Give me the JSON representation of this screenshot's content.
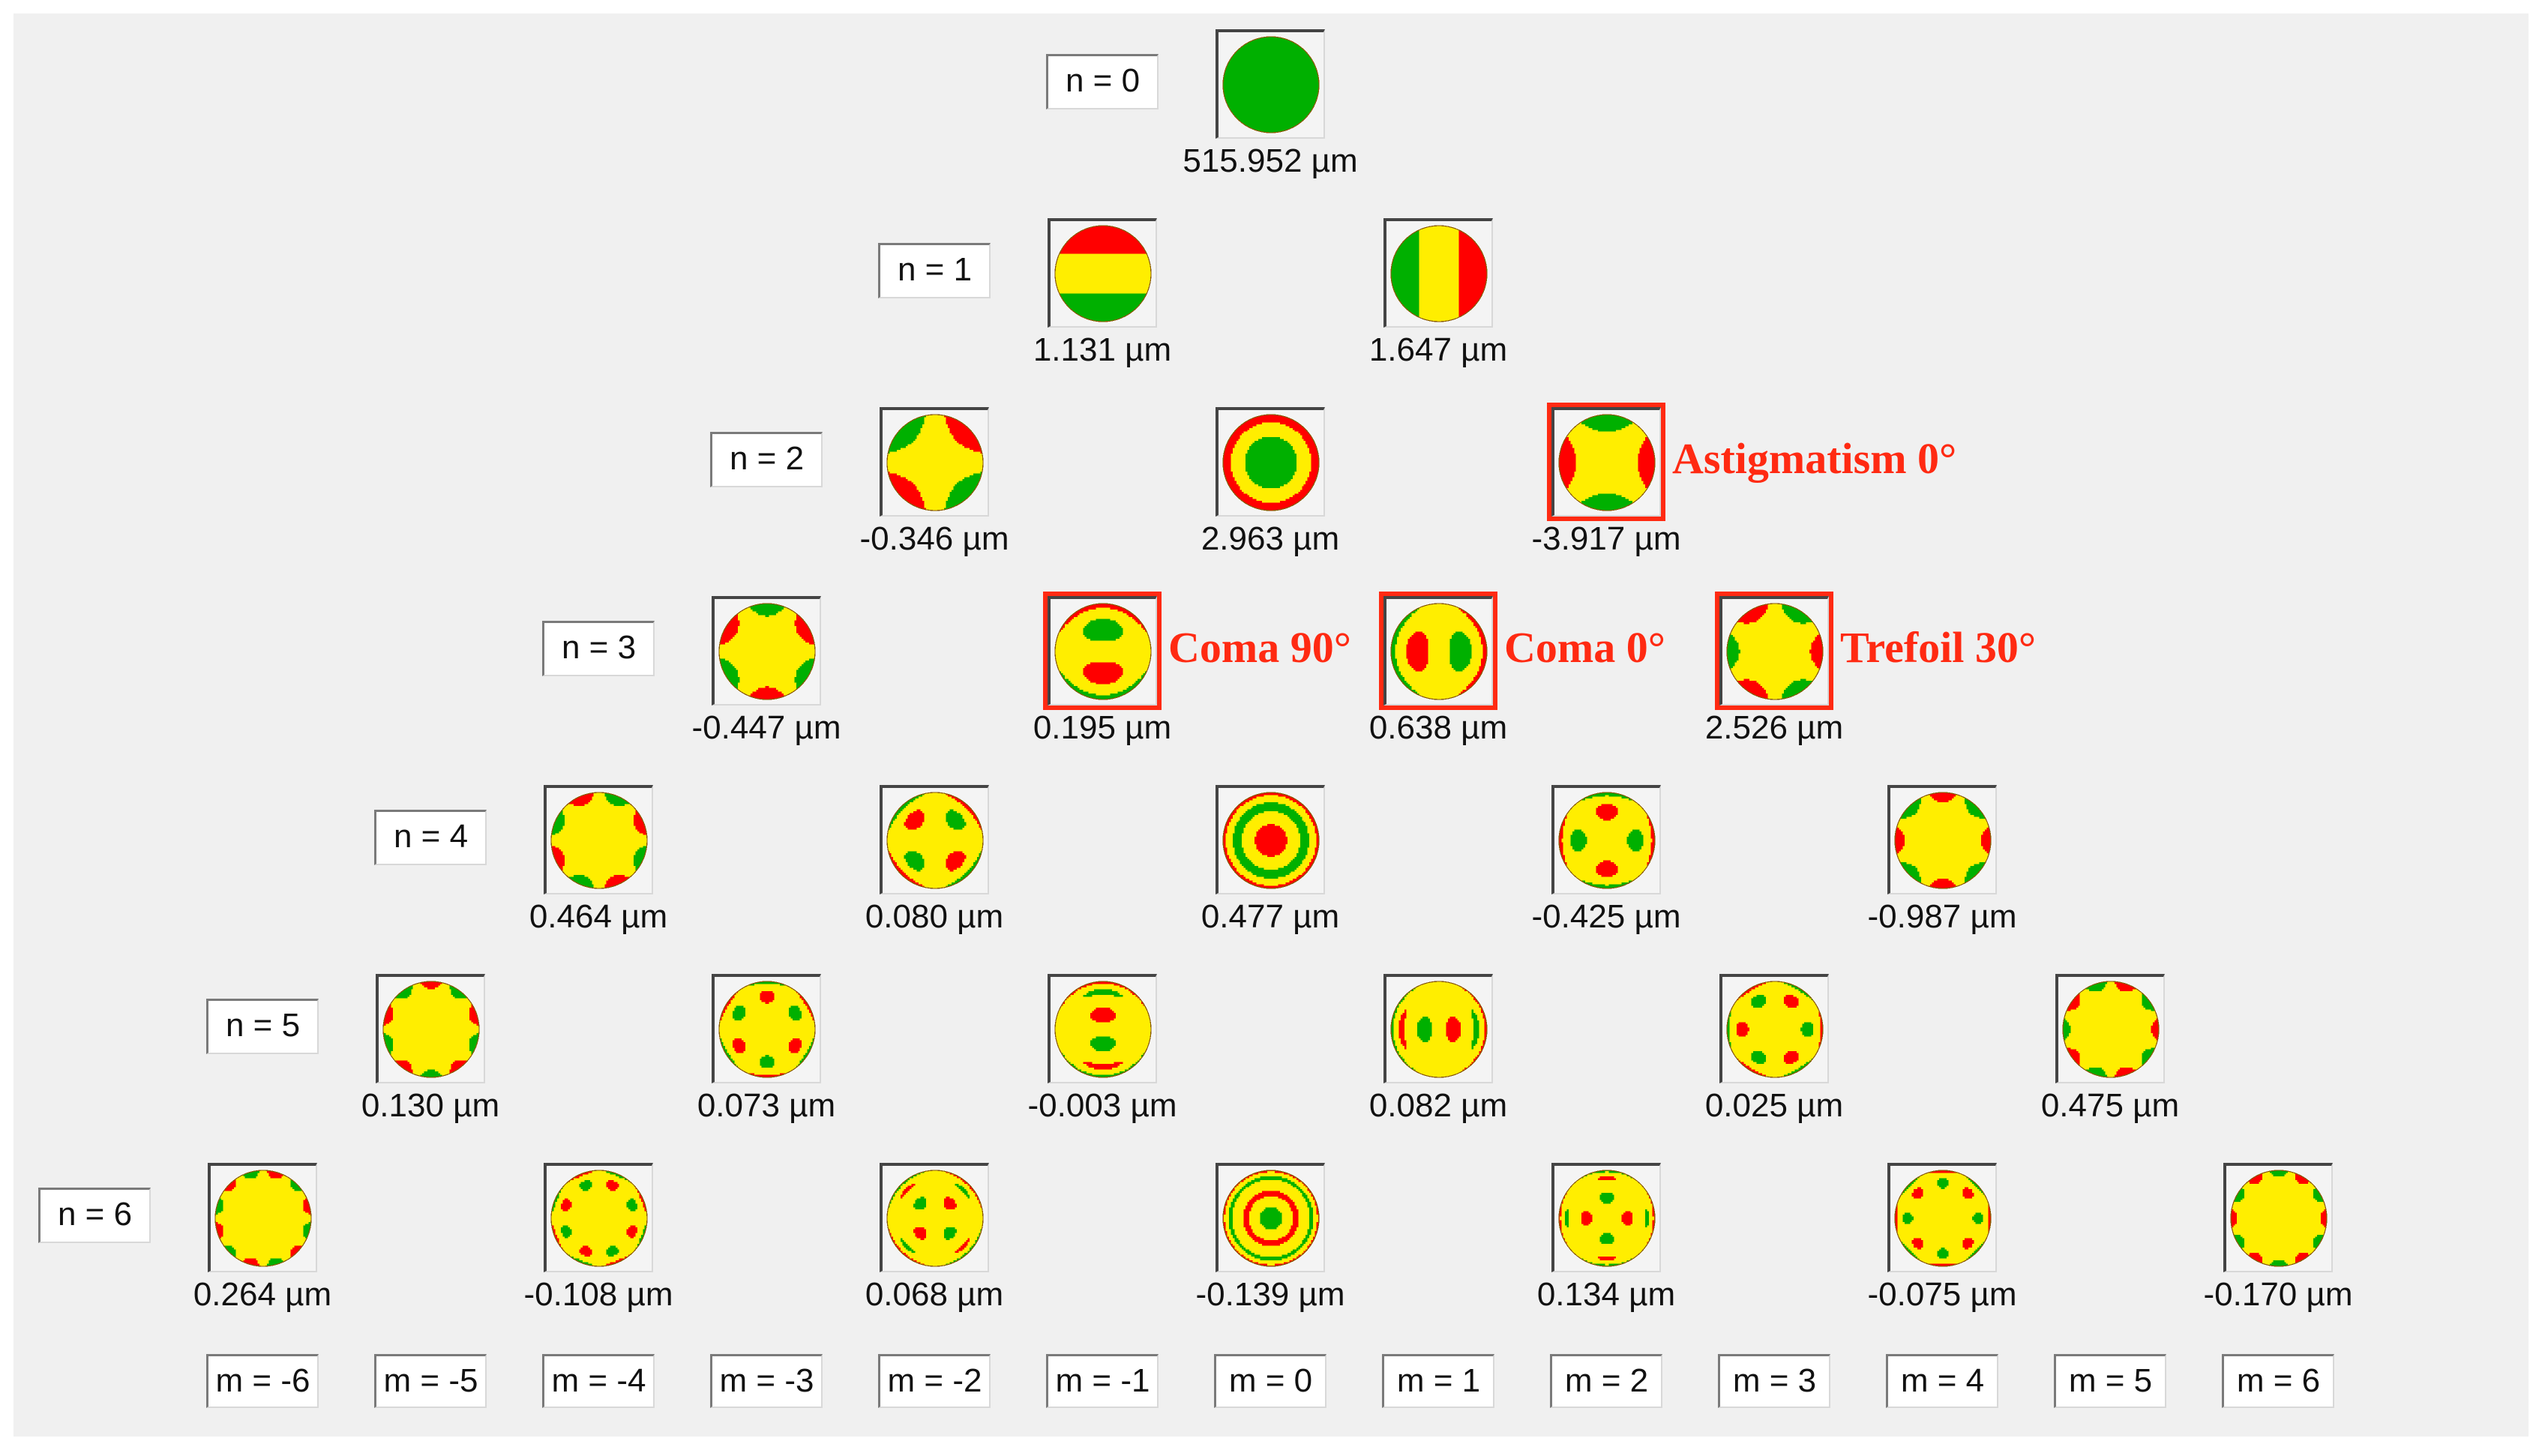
{
  "colors": {
    "positive": "#ff0000",
    "zero": "#ffee00",
    "negative": "#00b000",
    "highlight": "#ff2a12"
  },
  "row_labels": [
    "n = 0",
    "n = 1",
    "n = 2",
    "n = 3",
    "n = 4",
    "n = 5",
    "n = 6"
  ],
  "column_labels": [
    "m = -6",
    "m = -5",
    "m = -4",
    "m = -3",
    "m = -2",
    "m = -1",
    "m = 0",
    "m = 1",
    "m = 2",
    "m = 3",
    "m = 4",
    "m = 5",
    "m = 6"
  ],
  "coefficients": [
    {
      "n": 0,
      "m": 0,
      "value": "515.952 µm"
    },
    {
      "n": 1,
      "m": -1,
      "value": "1.131 µm"
    },
    {
      "n": 1,
      "m": 1,
      "value": "1.647 µm"
    },
    {
      "n": 2,
      "m": -2,
      "value": "-0.346 µm"
    },
    {
      "n": 2,
      "m": 0,
      "value": "2.963 µm"
    },
    {
      "n": 2,
      "m": 2,
      "value": "-3.917 µm",
      "highlight": "Astigmatism 0°"
    },
    {
      "n": 3,
      "m": -3,
      "value": "-0.447 µm"
    },
    {
      "n": 3,
      "m": -1,
      "value": "0.195 µm",
      "highlight": "Coma 90°"
    },
    {
      "n": 3,
      "m": 1,
      "value": "0.638 µm",
      "highlight": "Coma 0°"
    },
    {
      "n": 3,
      "m": 3,
      "value": "2.526 µm",
      "highlight": "Trefoil 30°"
    },
    {
      "n": 4,
      "m": -4,
      "value": "0.464 µm"
    },
    {
      "n": 4,
      "m": -2,
      "value": "0.080 µm"
    },
    {
      "n": 4,
      "m": 0,
      "value": "0.477 µm"
    },
    {
      "n": 4,
      "m": 2,
      "value": "-0.425 µm"
    },
    {
      "n": 4,
      "m": 4,
      "value": "-0.987 µm"
    },
    {
      "n": 5,
      "m": -5,
      "value": "0.130 µm"
    },
    {
      "n": 5,
      "m": -3,
      "value": "0.073 µm"
    },
    {
      "n": 5,
      "m": -1,
      "value": "-0.003 µm"
    },
    {
      "n": 5,
      "m": 1,
      "value": "0.082 µm"
    },
    {
      "n": 5,
      "m": 3,
      "value": "0.025 µm"
    },
    {
      "n": 5,
      "m": 5,
      "value": "0.475 µm"
    },
    {
      "n": 6,
      "m": -6,
      "value": "0.264 µm"
    },
    {
      "n": 6,
      "m": -4,
      "value": "-0.108 µm"
    },
    {
      "n": 6,
      "m": -2,
      "value": "0.068 µm"
    },
    {
      "n": 6,
      "m": 0,
      "value": "-0.139 µm"
    },
    {
      "n": 6,
      "m": 2,
      "value": "0.134 µm"
    },
    {
      "n": 6,
      "m": 4,
      "value": "-0.075 µm"
    },
    {
      "n": 6,
      "m": 6,
      "value": "-0.170 µm"
    }
  ]
}
